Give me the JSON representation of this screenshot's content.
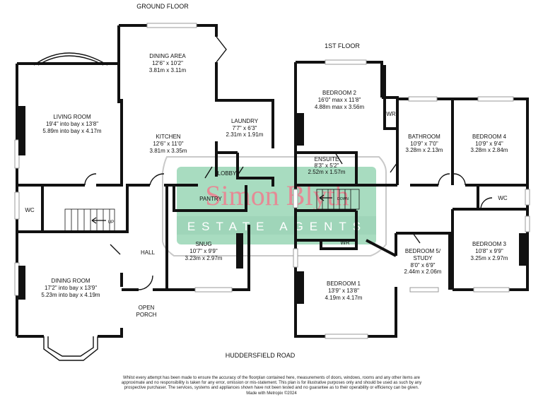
{
  "headings": {
    "ground_floor": "GROUND FLOOR",
    "first_floor": "1ST FLOOR",
    "road": "HUDDERSFIELD ROAD"
  },
  "watermark": {
    "name": "Simon Blyth",
    "tagline": "ESTATE AGENTS",
    "colors": {
      "badge_green": "#a8dcc0",
      "name_pink": "#e58a95"
    }
  },
  "ground_rooms": {
    "dining_area": {
      "name": "DINING AREA",
      "imperial": "12'6\" x 10'2\"",
      "metric": "3.81m  x 3.11m"
    },
    "living_room": {
      "name": "LIVING ROOM",
      "imperial": "19'4\" into bay x 13'8\"",
      "metric": "5.89m into bay x 4.17m"
    },
    "laundry": {
      "name": "LAUNDRY",
      "imperial": "7'7\" x 6'3\"",
      "metric": "2.31m  x 1.91m"
    },
    "kitchen": {
      "name": "KITCHEN",
      "imperial": "12'6\" x 11'0\"",
      "metric": "3.81m  x 3.35m"
    },
    "lobby": {
      "name": "LOBBY"
    },
    "pantry": {
      "name": "PANTRY"
    },
    "wc": {
      "name": "WC"
    },
    "up": {
      "name": "UP"
    },
    "hall": {
      "name": "HALL"
    },
    "snug": {
      "name": "SNUG",
      "imperial": "10'7\" x 9'9\"",
      "metric": "3.23m  x 2.97m"
    },
    "dining_room": {
      "name": "DINING ROOM",
      "imperial": "17'2\" into bay x 13'9\"",
      "metric": "5.23m into bay x 4.19m"
    },
    "open_porch": {
      "line1": "OPEN",
      "line2": "PORCH"
    }
  },
  "first_rooms": {
    "bedroom2": {
      "name": "BEDROOM 2",
      "imperial": "16'0\" max x 11'8\"",
      "metric": "4.88m max x 3.56m"
    },
    "wr_top": {
      "name": "WR"
    },
    "bathroom": {
      "name": "BATHROOM",
      "imperial": "10'9\" x 7'0\"",
      "metric": "3.28m x 2.13m"
    },
    "bedroom4": {
      "name": "BEDROOM 4",
      "imperial": "10'9\" x 9'4\"",
      "metric": "3.28m x 2.84m"
    },
    "ensuite": {
      "name": "ENSUITE",
      "imperial": "8'3\" x 5'2\"",
      "metric": "2.52m x 1.57m"
    },
    "down": {
      "name": "DOWN"
    },
    "wc": {
      "name": "WC"
    },
    "wr_mid": {
      "name": "WR"
    },
    "bedroom5": {
      "name": "BEDROOM 5/",
      "name2": "STUDY",
      "imperial": "8'0\" x 6'9\"",
      "metric": "2.44m x 2.06m"
    },
    "bedroom3": {
      "name": "BEDROOM 3",
      "imperial": "10'8\" x 9'9\"",
      "metric": "3.25m x 2.97m"
    },
    "bedroom1": {
      "name": "BEDROOM 1",
      "imperial": "13'9\" x 13'8\"",
      "metric": "4.19m x 4.17m"
    }
  },
  "disclaimer": "Whilst every attempt has been made to ensure the accuracy of the floorplan contained here, measurements of doors, windows, rooms and any other items are approximate and no responsibility is taken for any error, omission or mis-statement. This plan is for illustrative purposes only and should be used as such by any prospective purchaser. The services, systems and appliances shown have not been tested and no guarantee as to their operability or efficiency can be given.",
  "credit": "Made with Metropix ©2024"
}
